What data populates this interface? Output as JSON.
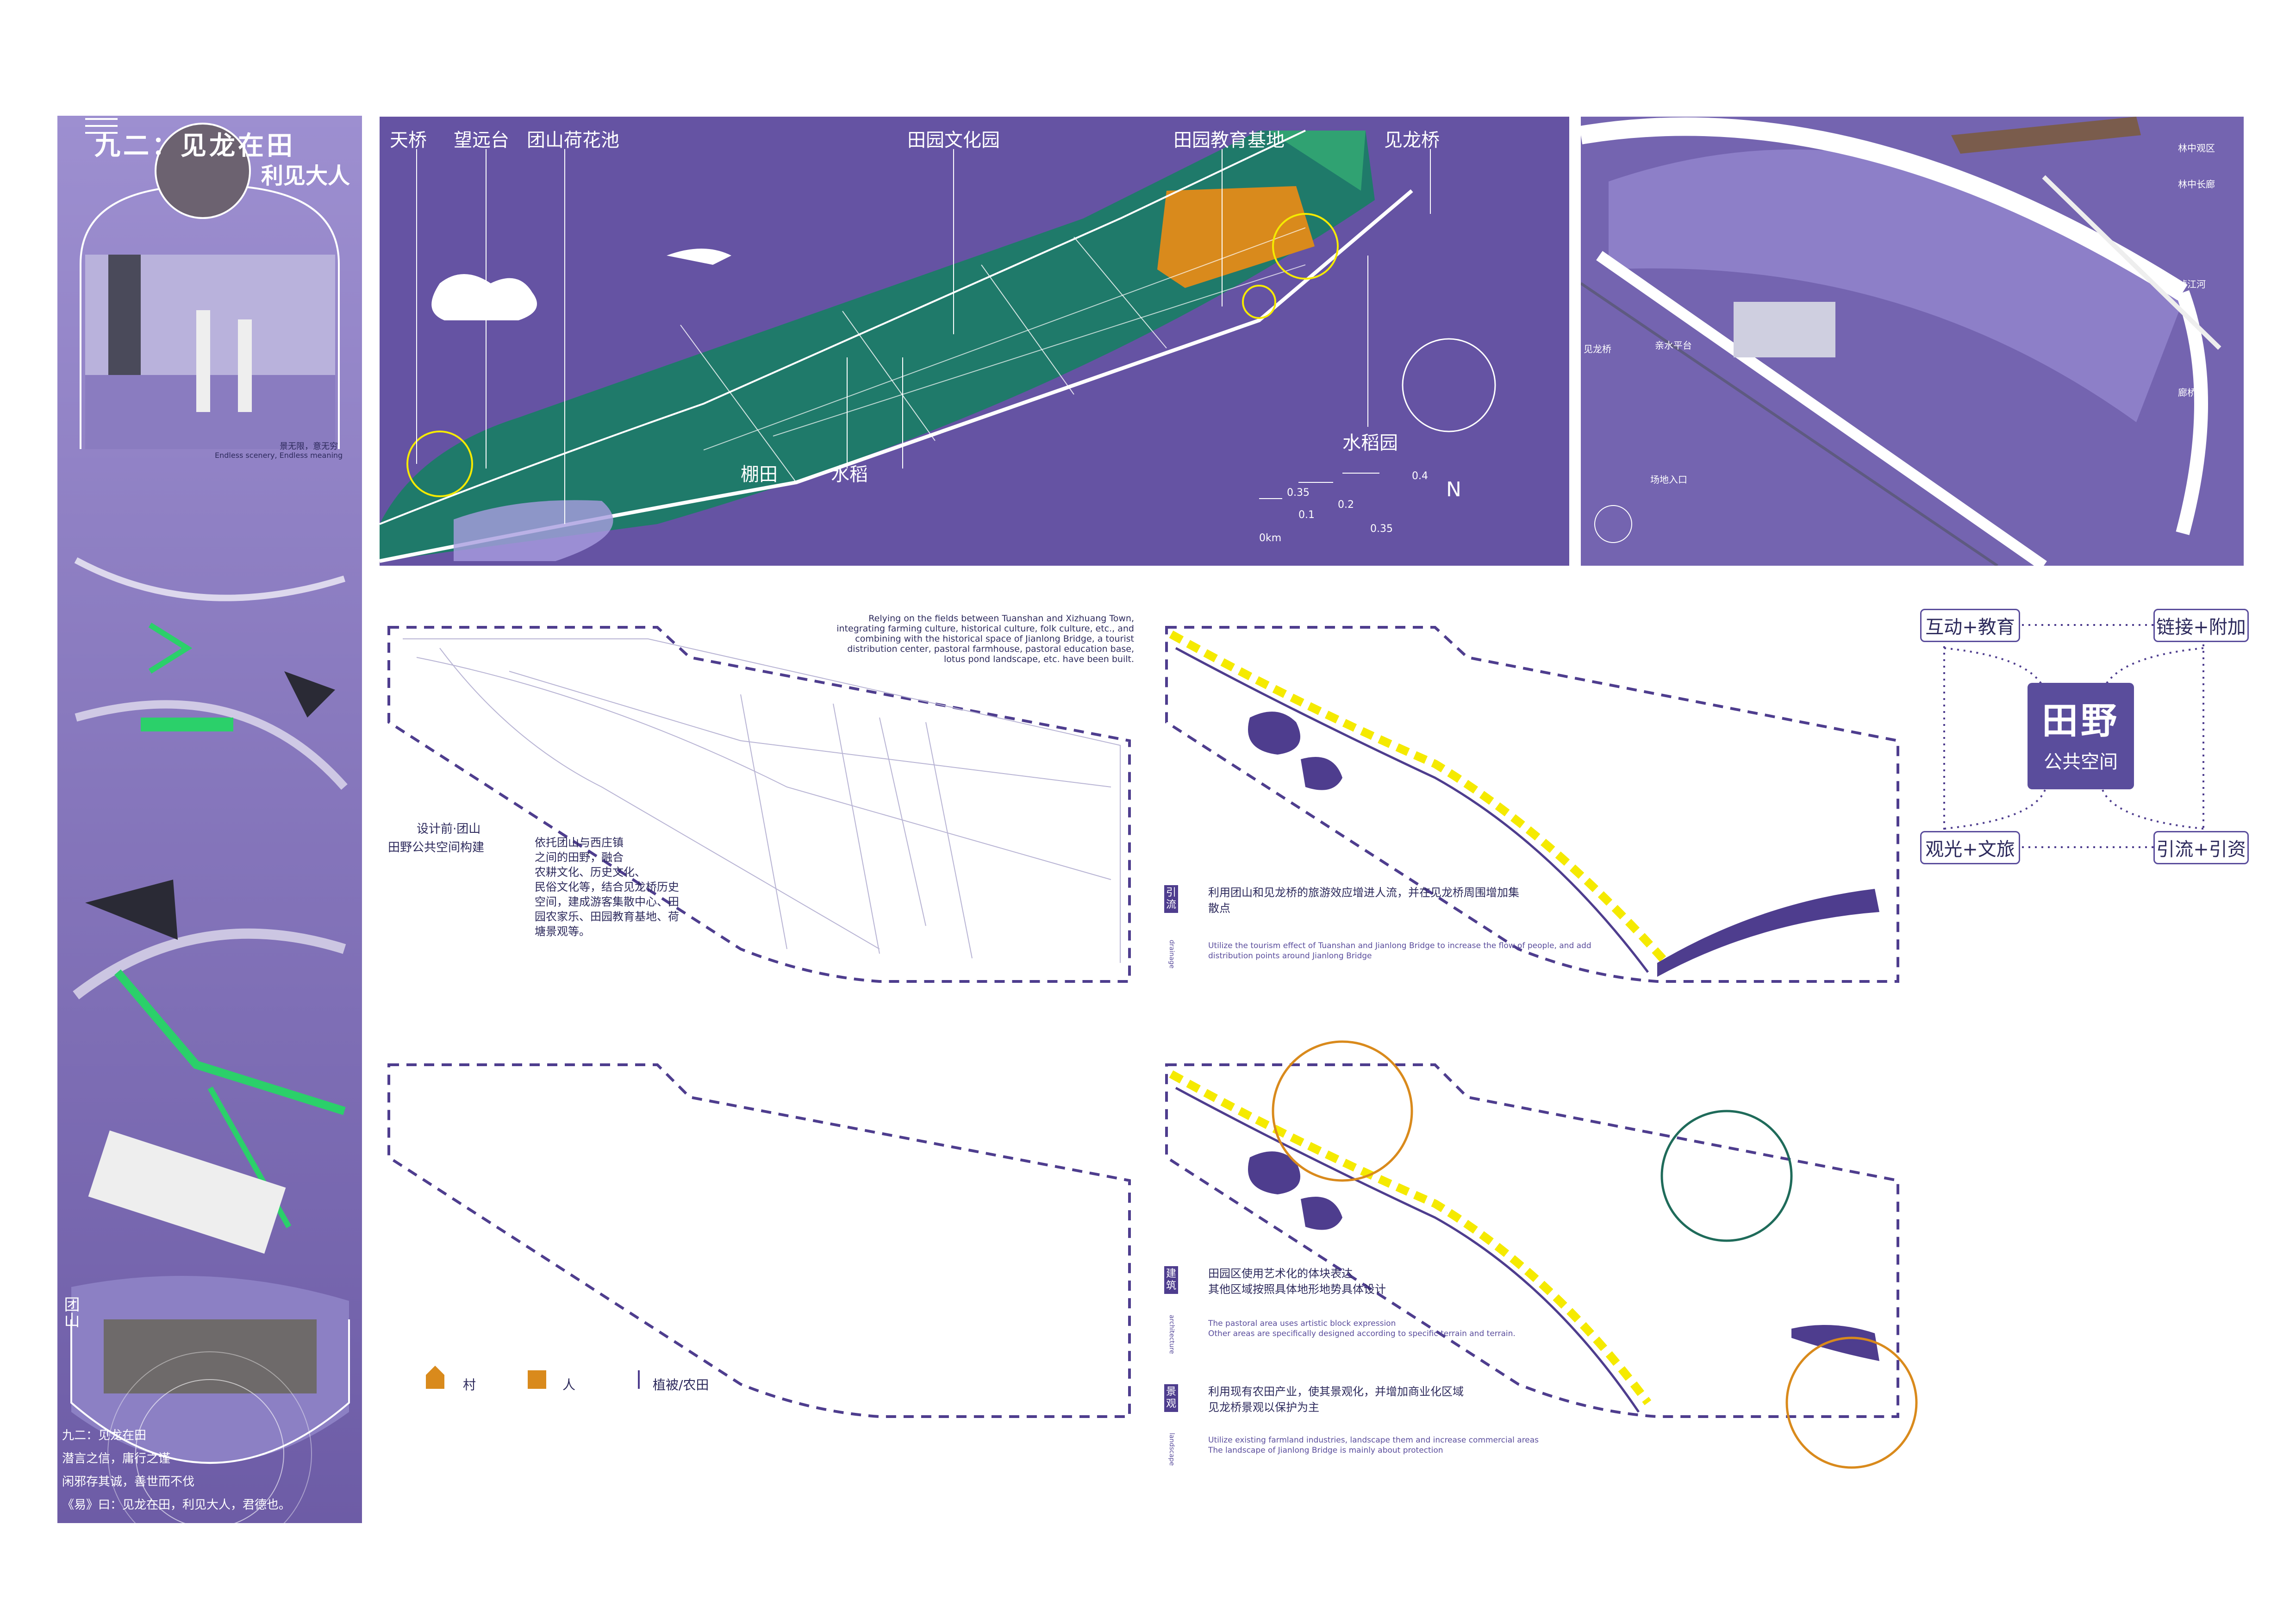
{
  "strip": {
    "title_line1": "九二：见龙在田",
    "title_line2": "利见大人",
    "caption_cn": "景无限，意无穷",
    "caption_en": "Endless scenery, Endless meaning",
    "poem": [
      "九二：见龙在田",
      "潜言之信，庸行之谨",
      "闲邪存其诚，善世而不伐",
      "《易》曰：见龙在田，利见大人，君德也。"
    ],
    "vertical": "团山"
  },
  "map": {
    "labels": [
      "天桥",
      "望远台",
      "团山荷花池",
      "田园文化园",
      "田园教育基地",
      "见龙桥",
      "棚田",
      "水稻",
      "水稻园"
    ],
    "scale": [
      "0km",
      "0.1",
      "0.2",
      "0.35",
      "0.35",
      "0.4"
    ],
    "north": "N"
  },
  "iso": {
    "labels": [
      "林中观区",
      "林中长廊",
      "泸江河",
      "廊桥",
      "场地入口",
      "亲水平台",
      "见龙桥"
    ]
  },
  "desc_en": "Relying on the fields between Tuanshan and Xizhuang Town, integrating farming culture, historical culture, folk culture, etc., and combining with the historical space of Jianlong Bridge, a tourist distribution center, pastoral farmhouse, pastoral education base, lotus pond landscape, etc. have been built.",
  "before": {
    "title1": "设计前·团山",
    "title2": "田野公共空间构建",
    "text": [
      "依托团山与西庄镇",
      "之间的田野，融合",
      "农耕文化、历史文化、",
      "民俗文化等，结合见龙桥历史",
      "空间，建成游客集散中心、田",
      "园农家乐、田园教育基地、荷",
      "塘景观等。"
    ]
  },
  "flow": {
    "tag": "引流",
    "tag_en": "drainage",
    "cn": [
      "利用团山和见龙桥的旅游效应增进人流，并在见龙桥周围增加集",
      "散点"
    ],
    "en": [
      "Utilize the tourism effect of Tuanshan and Jianlong Bridge to increase the flow of people, and add",
      "distribution points around Jianlong Bridge"
    ]
  },
  "build": {
    "tag": "建筑",
    "tag_en": "architecture",
    "cn": [
      "田园区使用艺术化的体块表达",
      "其他区域按照具体地形地势具体设计"
    ],
    "en": [
      "The pastoral area uses artistic block expression",
      "Other areas are specifically designed according to specific terrain and terrain."
    ]
  },
  "landscape": {
    "tag": "景观",
    "tag_en": "landscape",
    "cn": [
      "利用现有农田产业，使其景观化，并增加商业化区域",
      "见龙桥景观以保护为主"
    ],
    "en": [
      "Utilize existing farmland industries, landscape them and increase commercial areas",
      "The landscape of Jianlong Bridge is mainly about protection"
    ]
  },
  "legend": {
    "village": "村",
    "people": "人",
    "veg": "植被/农田"
  },
  "concept": {
    "center1": "田野",
    "center2": "公共空间",
    "tl": "互动+教育",
    "tr": "链接+附加",
    "bl": "观光+文旅",
    "br": "引流+引资"
  },
  "colors": {
    "purple": "#6b5aa8",
    "green": "#1f7a6a",
    "orange": "#d98a1c",
    "dash": "#4e3d8e",
    "yellow": "#f5ea00"
  }
}
